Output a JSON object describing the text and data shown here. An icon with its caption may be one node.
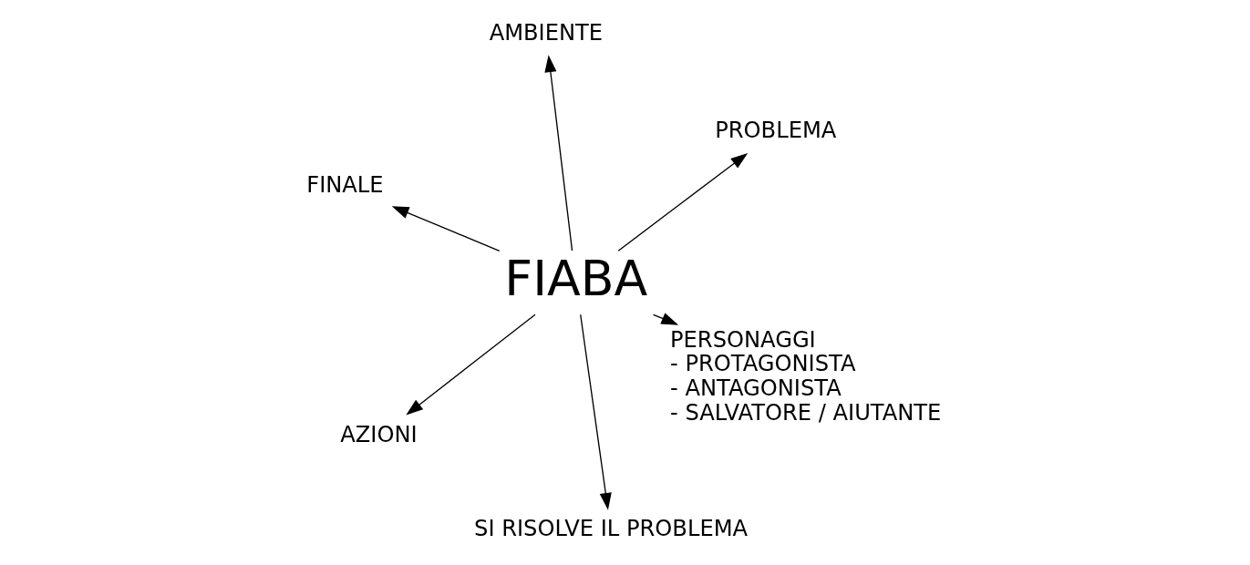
{
  "diagram": {
    "nodes": [
      {
        "text": [
          "FINALE"
        ]
      },
      {
        "text": [
          "PERSONAGGI",
          "- PROTAGONISTA",
          "- ANTAGONISTA",
          "- SALVATORE / AIUTANTE"
        ]
      },
      {
        "text": [
          "SI RISOLVE IL PROBLEMA"
        ]
      },
      {
        "text": [
          "FIABA"
        ]
      },
      {
        "text": [
          "PROBLEMA"
        ]
      },
      {
        "text": [
          "AMBIENTE"
        ]
      },
      {
        "text": [
          "AZIONI"
        ]
      }
    ],
    "edges": [
      {
        "from": 3,
        "to": 0,
        "arrow": "to"
      },
      {
        "from": 3,
        "to": 1,
        "arrow": "to"
      },
      {
        "from": 3,
        "to": 2,
        "arrow": "to"
      },
      {
        "from": 3,
        "to": 4,
        "arrow": "to"
      },
      {
        "from": 3,
        "to": 6,
        "arrow": "to"
      },
      {
        "from": 3,
        "to": 5,
        "arrow": "to"
      }
    ]
  }
}
